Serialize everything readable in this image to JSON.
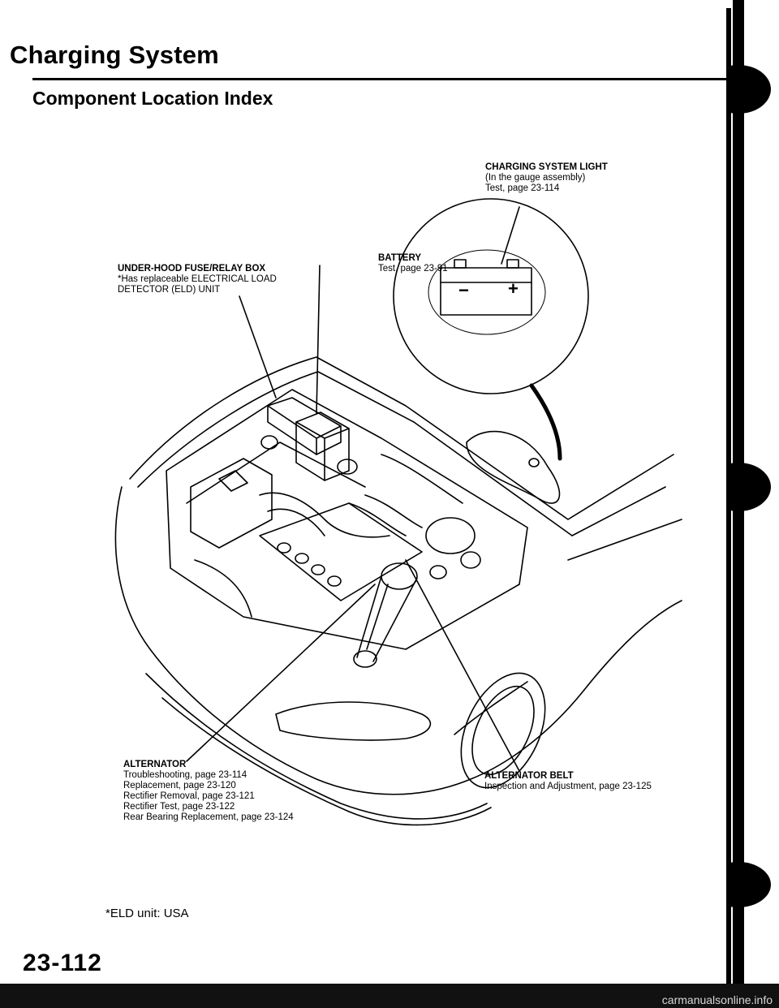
{
  "header": {
    "title": "Charging System",
    "subtitle": "Component Location Index"
  },
  "labels": {
    "charging_light": {
      "name": "CHARGING SYSTEM LIGHT",
      "lines": [
        "(In the gauge assembly)",
        "Test, page 23-114"
      ]
    },
    "battery": {
      "name": "BATTERY",
      "lines": [
        "Test, page 23-91"
      ]
    },
    "fuse_box": {
      "name": "UNDER-HOOD FUSE/RELAY BOX",
      "lines": [
        "*Has replaceable ELECTRICAL LOAD",
        "DETECTOR (ELD) UNIT"
      ]
    },
    "alternator": {
      "name": "ALTERNATOR",
      "lines": [
        "Troubleshooting, page 23-114",
        "Replacement, page 23-120",
        "Rectifier Removal, page 23-121",
        "Rectifier Test, page 23-122",
        "Rear Bearing Replacement, page 23-124"
      ]
    },
    "alternator_belt": {
      "name": "ALTERNATOR BELT",
      "lines": [
        "Inspection and Adjustment, page 23-125"
      ]
    }
  },
  "footnote": "*ELD unit: USA",
  "page_number": "23-112",
  "battery_symbol": {
    "minus": "−",
    "plus": "+"
  },
  "watermark": "carmanualsonline.info"
}
